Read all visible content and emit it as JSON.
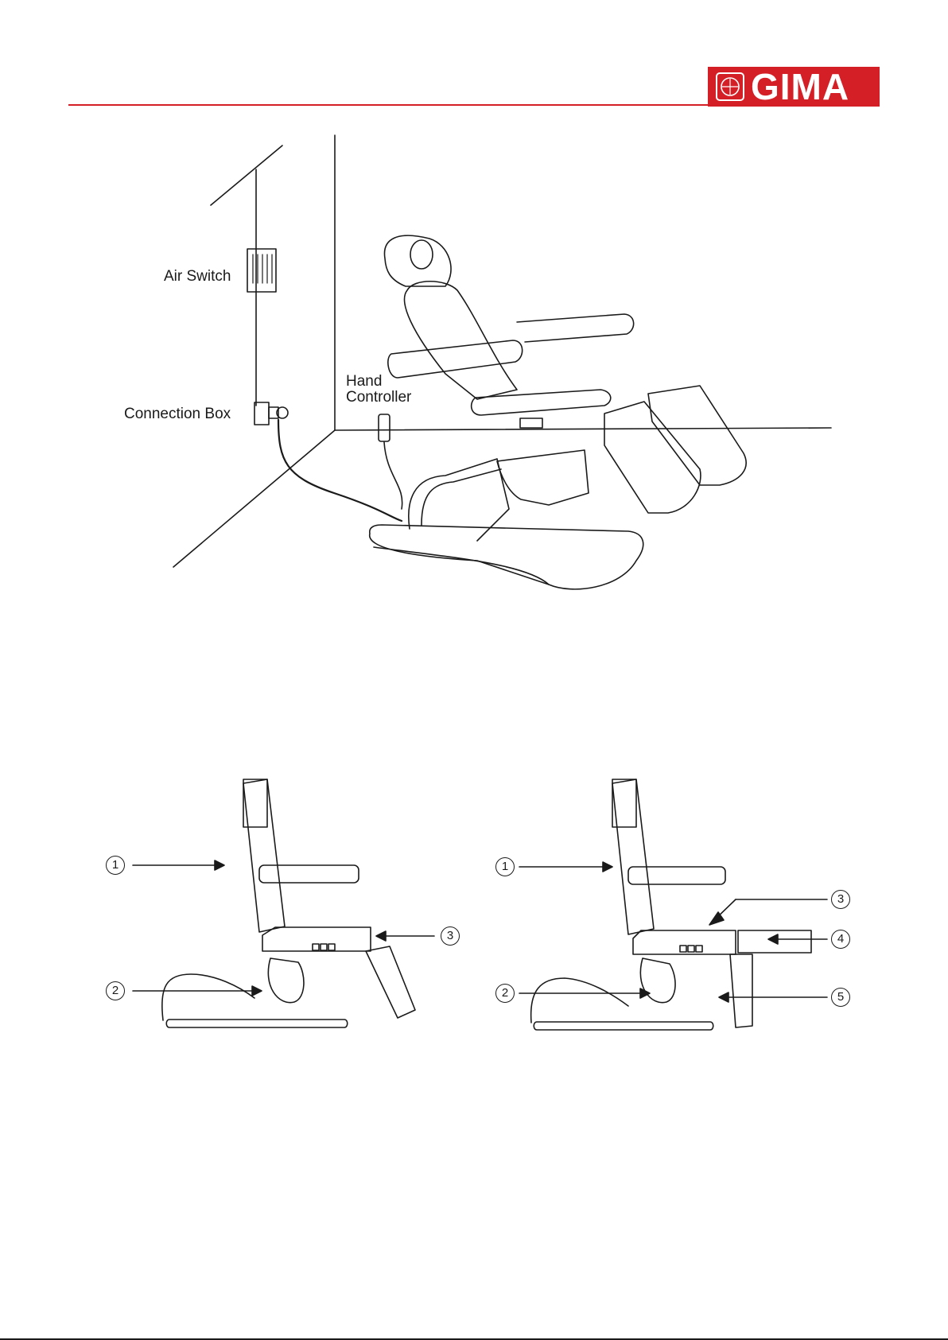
{
  "header": {
    "logo_text": "GIMA",
    "brand_color": "#d41f26"
  },
  "figure_1": {
    "labels": {
      "air_switch": "Air Switch",
      "connection_box": "Connection Box",
      "hand_controller_line1": "Hand",
      "hand_controller_line2": "Controller"
    }
  },
  "figure_2": {
    "callouts": [
      "1",
      "2",
      "3"
    ]
  },
  "figure_3": {
    "callouts": [
      "1",
      "2",
      "3",
      "4",
      "5"
    ]
  }
}
